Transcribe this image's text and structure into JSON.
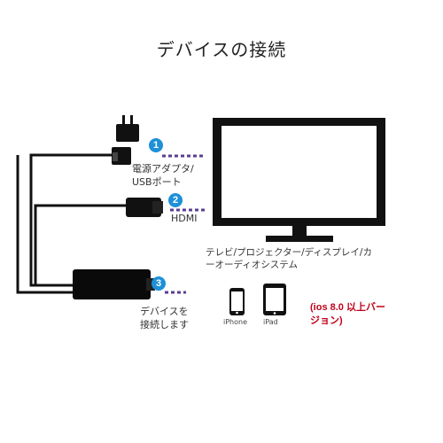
{
  "title": "デバイスの接続",
  "steps": [
    {
      "number": "1",
      "label_line1": "電源アダプタ/",
      "label_line2": "USBポート"
    },
    {
      "number": "2",
      "label_line1": "HDMI"
    },
    {
      "number": "3",
      "label_line1": "デバイスを",
      "label_line2": "接続します"
    }
  ],
  "display": {
    "caption_line1": "テレビ/プロジェクター/ディスプレイ/カ",
    "caption_line2": "ーオーディオシステム"
  },
  "devices": [
    {
      "name": "iPhone",
      "label": "iPhone",
      "icon": "iphone-icon"
    },
    {
      "name": "iPad",
      "label": "iPad",
      "icon": "ipad-icon"
    }
  ],
  "compat_note": {
    "line1": "(ios 8.0 以上バー",
    "line2": "ジョン)"
  },
  "colors": {
    "cable": "#111111",
    "badge": "#1e90d8",
    "dash": "#5a3f8f",
    "note": "#c0001a"
  }
}
